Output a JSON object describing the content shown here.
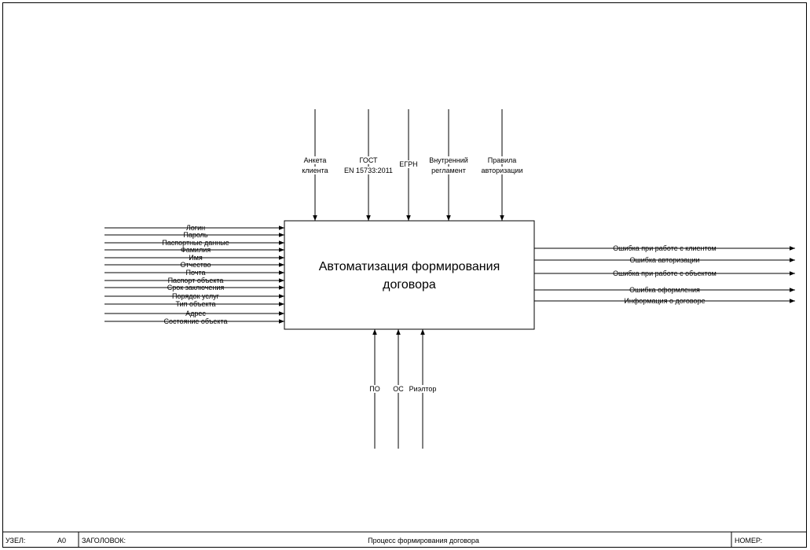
{
  "box": {
    "title_line1": "Автоматизация формирования",
    "title_line2": "договора"
  },
  "controls": [
    {
      "lines": [
        "Анкета",
        "клиента"
      ]
    },
    {
      "lines": [
        "ГОСТ",
        "EN 15733:2011"
      ]
    },
    {
      "lines": [
        "ЕГРН"
      ]
    },
    {
      "lines": [
        "Внутренний",
        "регламент"
      ]
    },
    {
      "lines": [
        "Правила",
        "авторизации"
      ]
    }
  ],
  "inputs": [
    "Логин",
    "Пароль",
    "Паспортные данные",
    "Фамилия",
    "Имя",
    "Отчество",
    "Почта",
    "Паспорт объекта",
    "Срок заключения",
    "Порядок услуг",
    "Тип объекта",
    "Адрес",
    "Состояние объекта"
  ],
  "outputs": [
    "Ошибка при работе с клиентом",
    "Ошибка авторизации",
    "Ошибка при работе с объектом",
    "Ошибка оформления",
    "Информация о договоре"
  ],
  "mechanisms": [
    "ПО",
    "ОС",
    "Риэлтор"
  ],
  "footer": {
    "node_label": "УЗЕЛ:",
    "node_value": "А0",
    "title_label": "ЗАГОЛОВОК:",
    "title_value": "Процесс формирования договора",
    "number_label": "НОМЕР:"
  }
}
